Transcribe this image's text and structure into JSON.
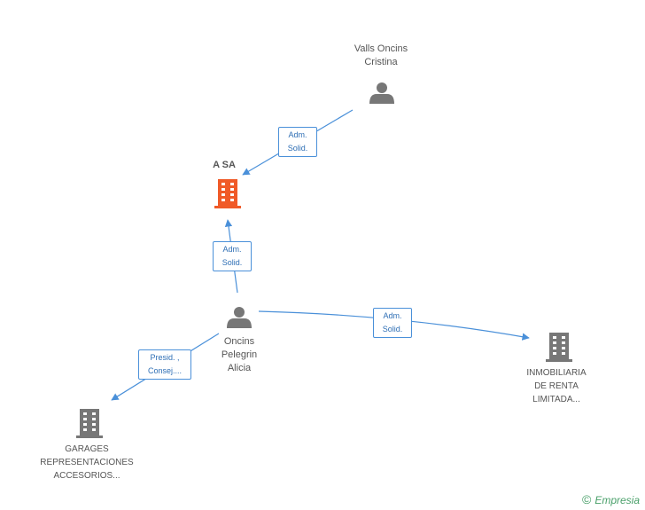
{
  "nodes": {
    "valls": {
      "lines": [
        "Valls Oncins",
        "Cristina"
      ]
    },
    "asa": {
      "lines": [
        "A SA"
      ]
    },
    "oncins": {
      "lines": [
        "Oncins",
        "Pelegrin",
        "Alicia"
      ]
    },
    "inmobiliaria": {
      "lines": [
        "INMOBILIARIA",
        "DE RENTA",
        "LIMITADA..."
      ]
    },
    "garages": {
      "lines": [
        "GARAGES",
        "REPRESENTACIONES",
        "ACCESORIOS..."
      ]
    }
  },
  "edges": {
    "valls_asa": [
      "Adm.",
      "Solid."
    ],
    "oncins_asa": [
      "Adm.",
      "Solid."
    ],
    "oncins_inmobiliaria": [
      "Adm.",
      "Solid."
    ],
    "oncins_garages": [
      "Presid. ,",
      "Consej...."
    ]
  },
  "colors": {
    "edge": "#4a90d9",
    "person": "#777777",
    "company": "#777777",
    "main_company": "#f05a28"
  },
  "brand": {
    "copyright": "©",
    "name": "Empresia"
  }
}
